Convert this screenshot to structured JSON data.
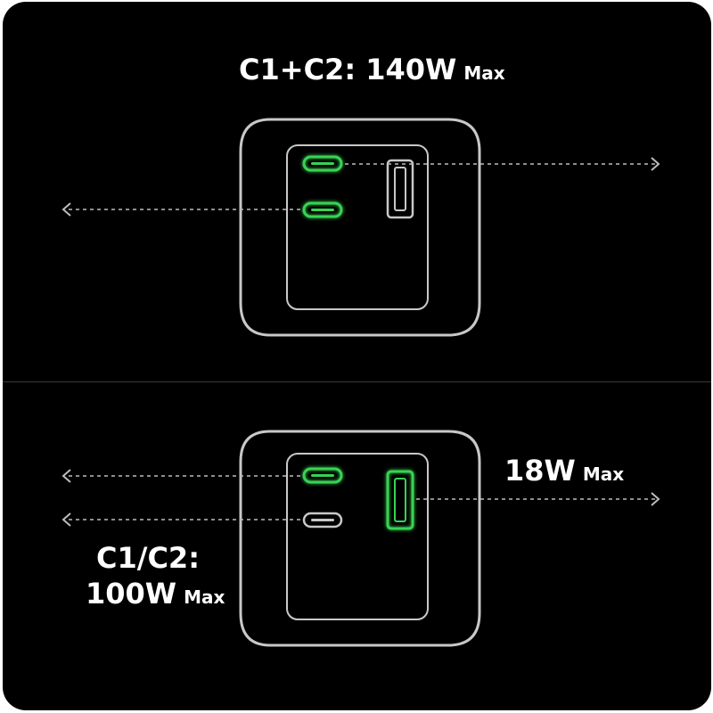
{
  "top_section": {
    "combo_label": "C1+C2: 140W",
    "combo_unit": "Max"
  },
  "bottom_section": {
    "usb_a_label": "18W",
    "usb_a_unit": "Max",
    "single_label_line1": "C1/C2:",
    "single_label_line2": "100W",
    "single_unit": "Max"
  },
  "colors": {
    "background": "#000000",
    "outline": "#c8c8c8",
    "active_port": "#39d353",
    "arrow": "#bdbdbd"
  }
}
